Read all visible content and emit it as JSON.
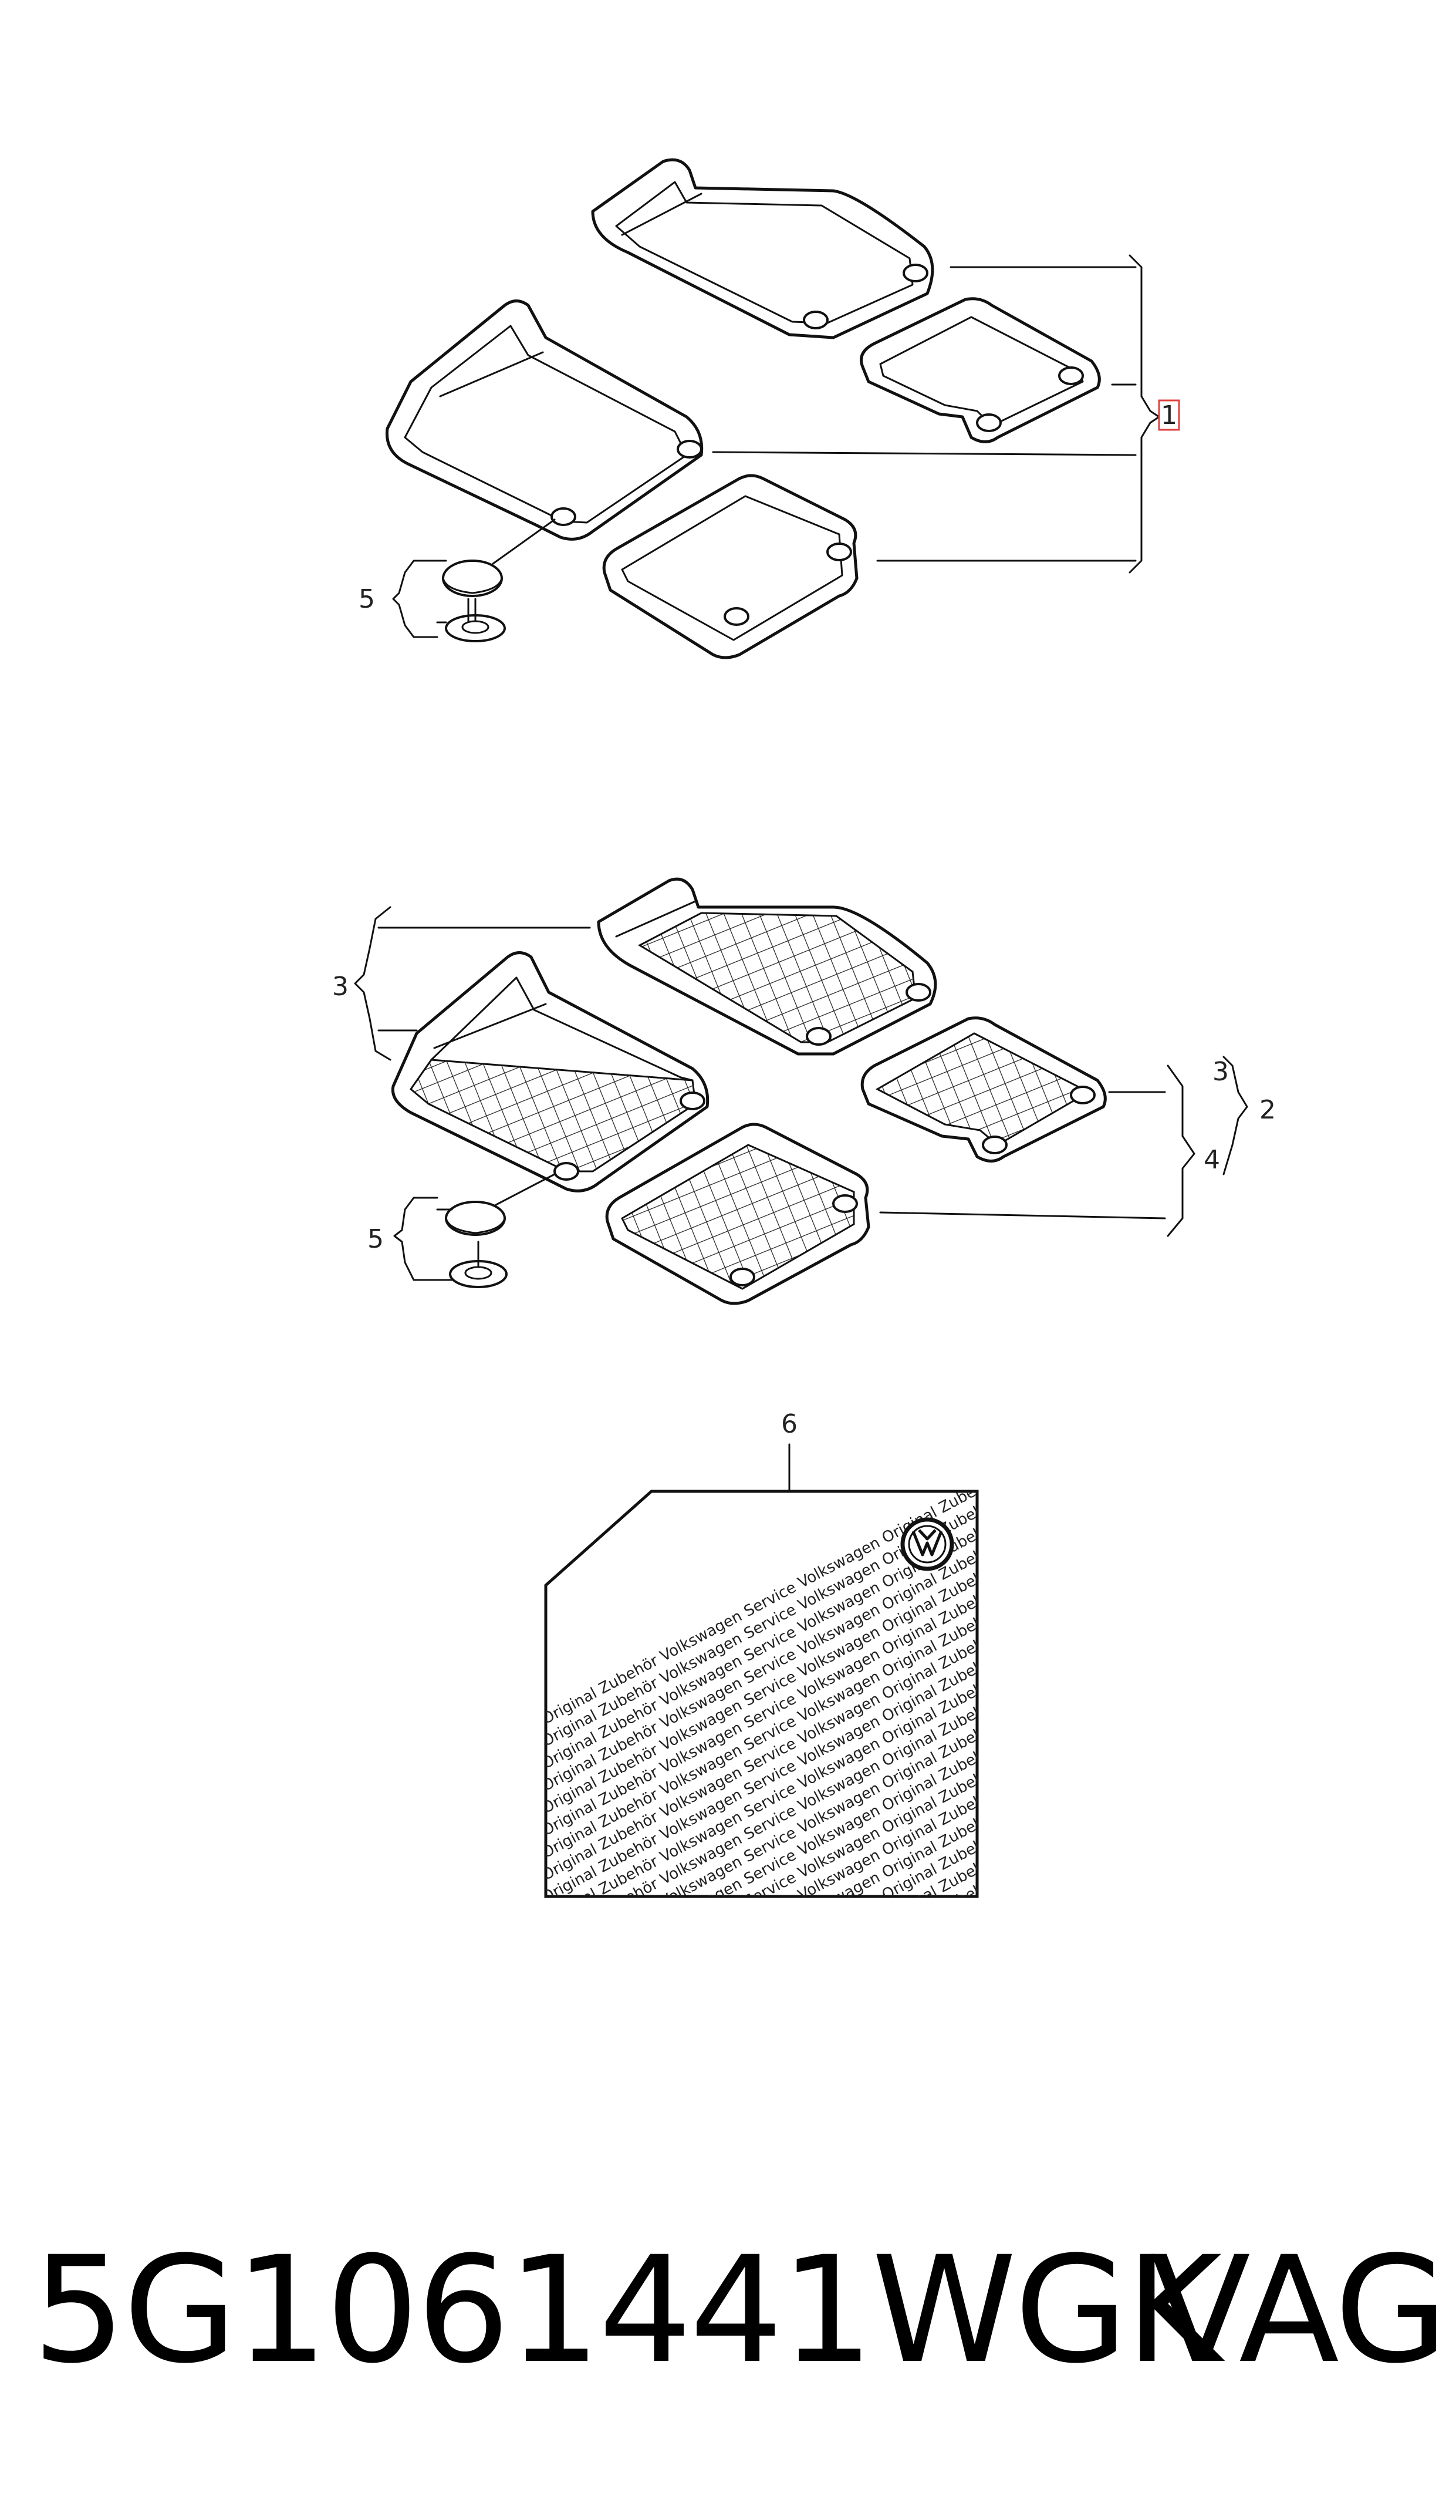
{
  "callouts": {
    "c1": "1",
    "c2": "2",
    "c3a": "3",
    "c3b": "3",
    "c4": "4",
    "c5a": "5",
    "c5b": "5",
    "c6": "6"
  },
  "label": {
    "text": "Original Zubehör Volkswagen Service Volkswagen",
    "logo": "vw-logo"
  },
  "footer": {
    "part_number": "5G1061441WGK",
    "brand": "VAG"
  },
  "colors": {
    "highlight": "#e04040",
    "line": "#111111"
  }
}
